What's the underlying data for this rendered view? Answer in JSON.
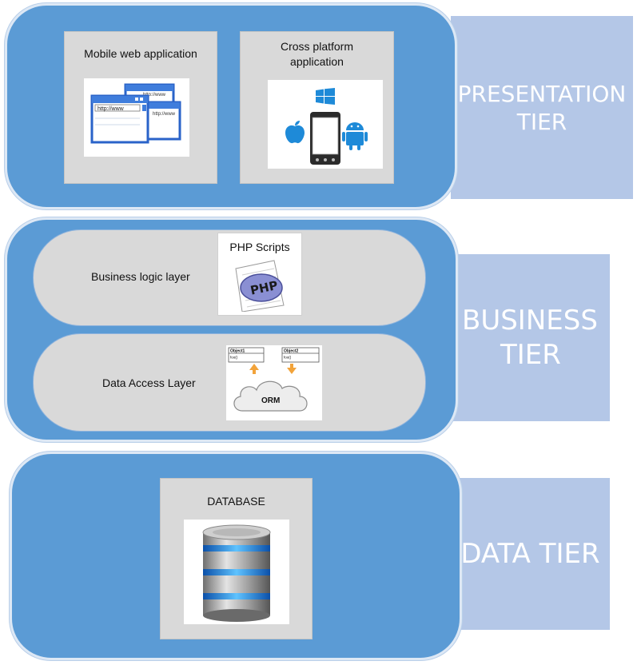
{
  "colors": {
    "tier_blue": "#5b9bd5",
    "label_bg": "#b4c7e7",
    "box_gray": "#d9d9d9"
  },
  "presentation": {
    "label_line1": "PRESENTATION",
    "label_line2": "TIER",
    "mobile_web_title": "Mobile web application",
    "browser_url_1": "http://www",
    "browser_url_2": "http://www",
    "browser_url_3": "http://www",
    "cross_platform_title": "Cross platform application"
  },
  "business": {
    "label_line1": "BUSINESS",
    "label_line2": "TIER",
    "logic_layer": "Business logic layer",
    "php_title": "PHP Scripts",
    "php_logo": "PHP",
    "data_access_layer": "Data Access Layer",
    "orm_object1": "Object1",
    "orm_object2": "Object2",
    "orm_method1": "foo()",
    "orm_method2": "foo()",
    "orm_label": "ORM"
  },
  "data": {
    "label": "DATA TIER",
    "database_title": "DATABASE"
  }
}
